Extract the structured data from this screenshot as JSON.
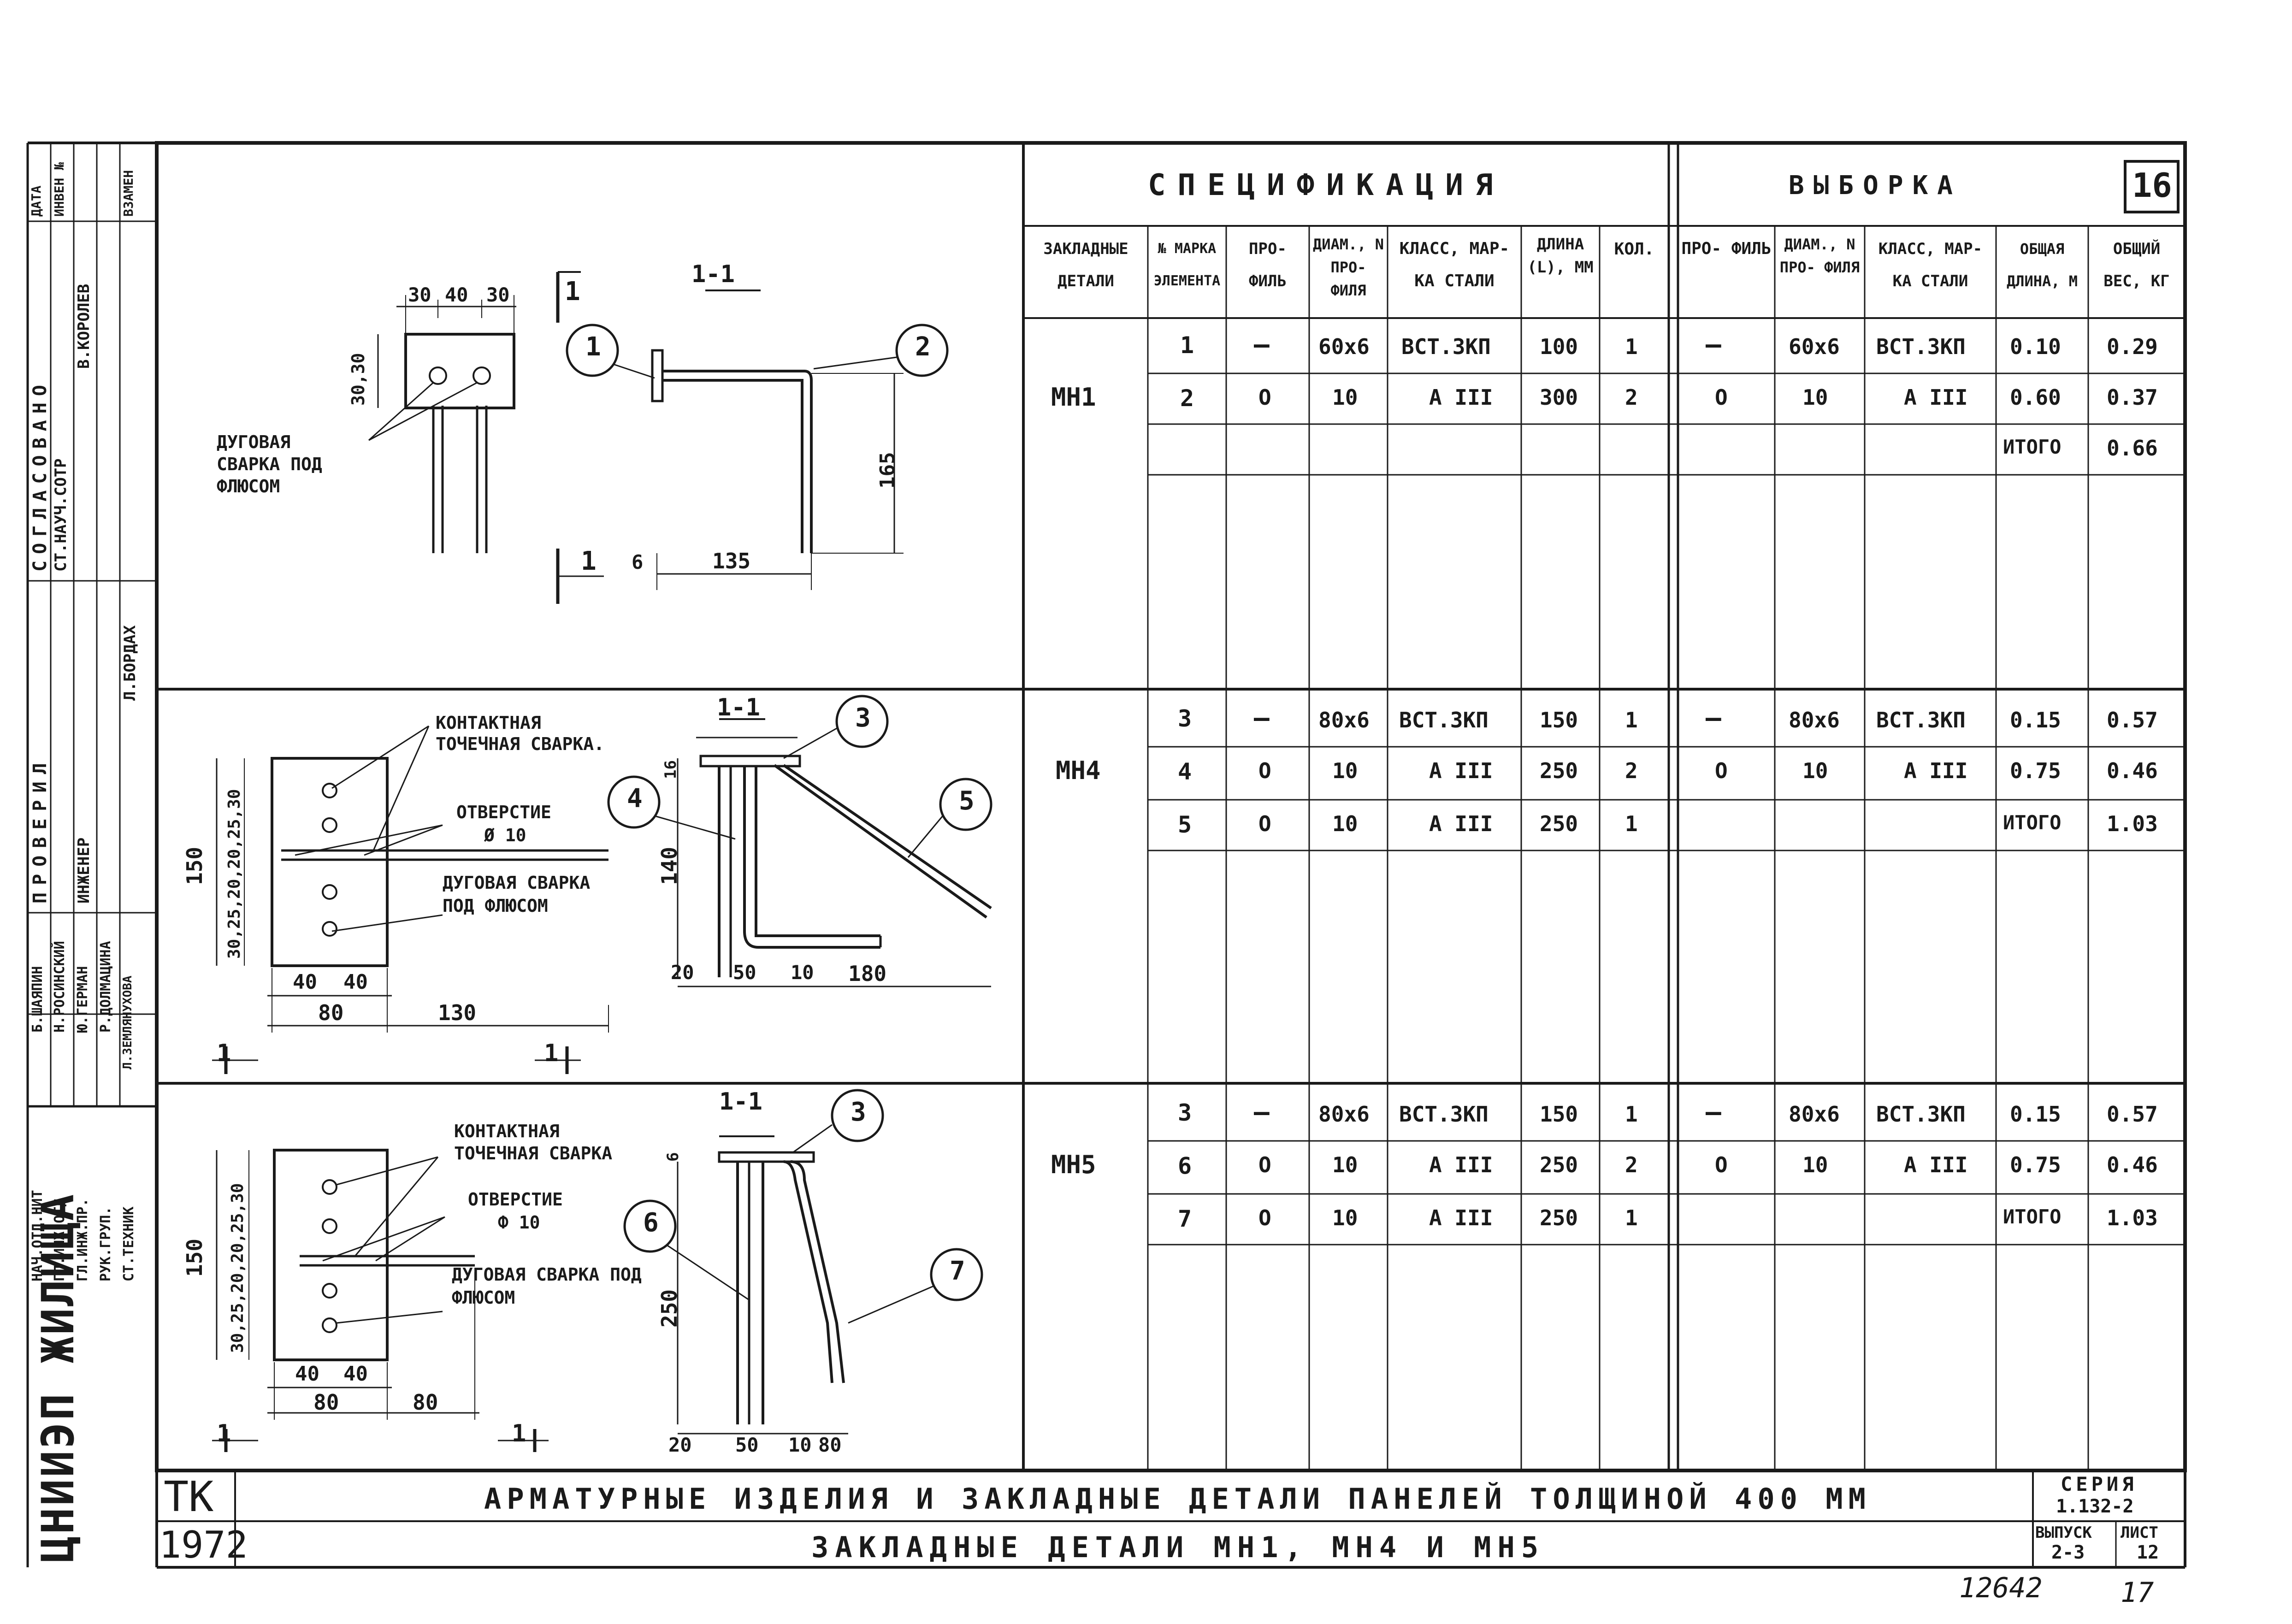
{
  "sheet": {
    "sheet_number": "16",
    "spec_title": "СПЕЦИФИКАЦИЯ",
    "sample_title": "ВЫБОРКА",
    "title_main": "АРМАТУРНЫЕ ИЗДЕЛИЯ И ЗАКЛАДНЫЕ ДЕТАЛИ ПАНЕЛЕЙ ТОЛЩИНОЙ 400 ММ",
    "title_sub": "ЗАКЛАДНЫЕ ДЕТАЛИ МН1, МН4 И МН5",
    "tk": "ТК",
    "year": "1972",
    "org": "ЦНИИЭП ЖИЛИЩА",
    "series_label": "СЕРИЯ",
    "series_value": "1.132-2",
    "issue_label": "ВЫПУСК",
    "issue_value": "2-3",
    "list_label": "ЛИСТ",
    "list_value": "12",
    "footer_number": "12642",
    "footer_page": "17"
  },
  "side_stamp": {
    "top_labels": [
      "ДАТА",
      "ИНВЕН №",
      "ВЗАМЕН"
    ],
    "approved": "СОГЛАСОВАНО",
    "approved_role": "СТ.НАУЧ.СОТР",
    "approved_name": "В.КОРОЛЕВ",
    "checked": "ПРОВЕРИЛ",
    "checked_role": "ИНЖЕНЕР",
    "checked_name": "Л.БОРДАХ",
    "roles": [
      "НАЧ.ОТД.НИТ",
      "ГЛ.ИНЖ.ОТД",
      "ГЛ.ИНЖ.ПР.",
      "РУК.ГРУП.",
      "СТ.ТЕХНИК"
    ],
    "names": [
      "Б.ШАЯПИН",
      "Н.РОСИНСКИЙ",
      "Ю.ГЕРМАН",
      "Р.ДОЛМАЦИНА",
      "Л.ЗЕМЛЯНУХОВА"
    ]
  },
  "spec_headers": {
    "detail": "ЗАКЛАДНЫЕ ДЕТАЛИ",
    "element": "№ МАРКА ЭЛЕМЕНТА",
    "profile": "ПРО- ФИЛЬ",
    "diam": "ДИАМ., N ПРО- ФИЛЯ",
    "steel": "КЛАСС, МАР- КА СТАЛИ",
    "length": "ДЛИНА (L), ММ",
    "qty": "КОЛ."
  },
  "sample_headers": {
    "profile": "ПРО- ФИЛЬ",
    "diam": "ДИАМ., N ПРО- ФИЛЯ",
    "steel": "КЛАСС, МАР- КА СТАЛИ",
    "total_length": "ОБЩАЯ ДЛИНА, М",
    "total_weight": "ОБЩИЙ ВЕС, КГ"
  },
  "groups": [
    {
      "mark": "МН1",
      "rows": [
        {
          "el": "1",
          "prof": "—",
          "diam": "60х6",
          "steel": "ВСТ.3КП",
          "len": "100",
          "qty": "1",
          "s_prof": "—",
          "s_diam": "60х6",
          "s_steel": "ВСТ.3КП",
          "s_len": "0.10",
          "s_wt": "0.29"
        },
        {
          "el": "2",
          "prof": "О",
          "diam": "10",
          "steel": "А III",
          "len": "300",
          "qty": "2",
          "s_prof": "О",
          "s_diam": "10",
          "s_steel": "А III",
          "s_len": "0.60",
          "s_wt": "0.37"
        }
      ],
      "total_label": "ИТОГО",
      "total": "0.66"
    },
    {
      "mark": "МН4",
      "rows": [
        {
          "el": "3",
          "prof": "—",
          "diam": "80х6",
          "steel": "ВСТ.3КП",
          "len": "150",
          "qty": "1",
          "s_prof": "—",
          "s_diam": "80х6",
          "s_steel": "ВСТ.3КП",
          "s_len": "0.15",
          "s_wt": "0.57"
        },
        {
          "el": "4",
          "prof": "О",
          "diam": "10",
          "steel": "А III",
          "len": "250",
          "qty": "2",
          "s_prof": "О",
          "s_diam": "10",
          "s_steel": "А III",
          "s_len": "0.75",
          "s_wt": "0.46"
        },
        {
          "el": "5",
          "prof": "О",
          "diam": "10",
          "steel": "А III",
          "len": "250",
          "qty": "1"
        }
      ],
      "total_label": "ИТОГО",
      "total": "1.03"
    },
    {
      "mark": "МН5",
      "rows": [
        {
          "el": "3",
          "prof": "—",
          "diam": "80х6",
          "steel": "ВСТ.3КП",
          "len": "150",
          "qty": "1",
          "s_prof": "—",
          "s_diam": "80х6",
          "s_steel": "ВСТ.3КП",
          "s_len": "0.15",
          "s_wt": "0.57"
        },
        {
          "el": "6",
          "prof": "О",
          "diam": "10",
          "steel": "А III",
          "len": "250",
          "qty": "2",
          "s_prof": "О",
          "s_diam": "10",
          "s_steel": "А III",
          "s_len": "0.75",
          "s_wt": "0.46"
        },
        {
          "el": "7",
          "prof": "О",
          "diam": "10",
          "steel": "А III",
          "len": "250",
          "qty": "1"
        }
      ],
      "total_label": "ИТОГО",
      "total": "1.03"
    }
  ],
  "drawings": {
    "section": "1-1",
    "cut_mark": "1",
    "mh1": {
      "note": "ДУГОВАЯ СВАРКА ПОД ФЛЮСОМ",
      "dims": [
        "30",
        "40",
        "30",
        "30,30",
        "165",
        "6",
        "135"
      ],
      "callouts": [
        "1",
        "2"
      ]
    },
    "mh4": {
      "note_contact": "КОНТАКТНАЯ ТОЧЕЧНАЯ СВАРКА.",
      "note_hole": "ОТВЕРСТИЕ",
      "hole_dia": "Ø 10",
      "note_arc": "ДУГОВАЯ СВАРКА ПОД ФЛЮСОМ",
      "dims": [
        "150",
        "30,25,20,20,25,30",
        "40",
        "40",
        "80",
        "130",
        "16",
        "140",
        "20",
        "50",
        "10",
        "180"
      ],
      "callouts": [
        "3",
        "4",
        "5"
      ]
    },
    "mh5": {
      "note_contact": "КОНТАКТНАЯ ТОЧЕЧНАЯ СВАРКА",
      "note_hole": "ОТВЕРСТИЕ",
      "hole_dia": "Ф 10",
      "note_arc": "ДУГОВАЯ СВАРКА ПОД ФЛЮСОМ",
      "dims": [
        "150",
        "30,25,20,20,25,30",
        "40",
        "40",
        "80",
        "80",
        "6",
        "250",
        "20",
        "50",
        "10",
        "80"
      ],
      "callouts": [
        "3",
        "6",
        "7"
      ]
    }
  }
}
